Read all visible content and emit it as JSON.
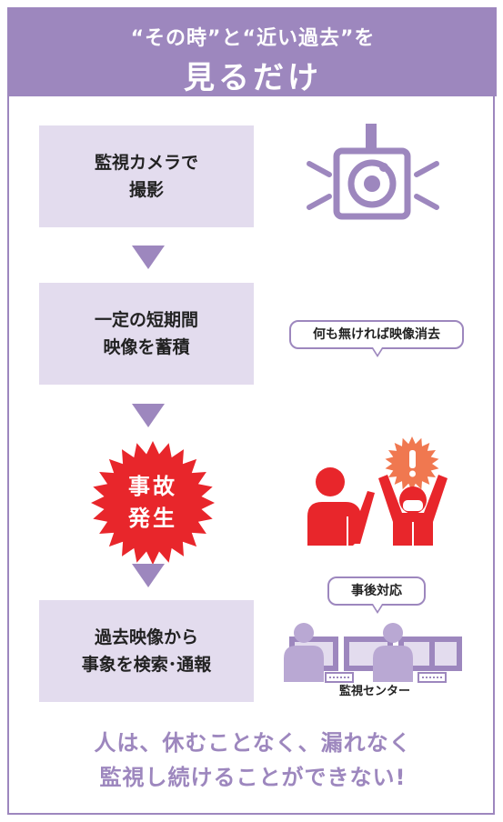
{
  "header": {
    "subtitle": "“その時”と“近い過去”を",
    "title": "見るだけ"
  },
  "steps": [
    {
      "line1": "監視カメラで",
      "line2": "撮影"
    },
    {
      "line1": "一定の短期間",
      "line2": "映像を蓄積"
    },
    {
      "line1": "事故",
      "line2": "発生"
    },
    {
      "line1": "過去映像から",
      "line2": "事象を検索･通報"
    }
  ],
  "bubbles": {
    "erase": "何も無ければ映像消去",
    "response": "事後対応"
  },
  "monitoring_center_label": "監視センター",
  "footer": {
    "line1": "人は、休むことなく、漏れなく",
    "line2": "監視し続けることができない!"
  },
  "colors": {
    "accent": "#9d87be",
    "step_bg": "#e3dcee",
    "alert_red": "#e8262b",
    "warning_orange": "#f07850"
  },
  "icons": [
    "camera-icon",
    "people-alarm-icon",
    "monitoring-center-icon"
  ]
}
